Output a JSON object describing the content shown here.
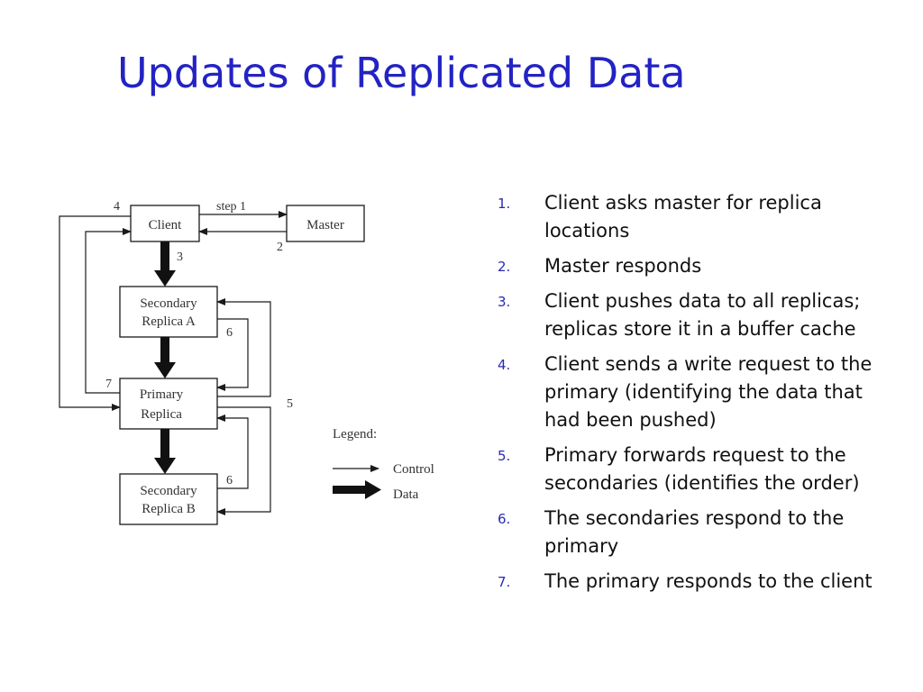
{
  "slide": {
    "title": "Updates of Replicated Data"
  },
  "diagram": {
    "nodes": {
      "client": "Client",
      "master": "Master",
      "secondary_a": [
        "Secondary",
        "Replica A"
      ],
      "primary": [
        "Primary",
        "Replica"
      ],
      "secondary_b": [
        "Secondary",
        "Replica B"
      ]
    },
    "edge_labels": {
      "step1": "step 1",
      "two": "2",
      "three": "3",
      "four": "4",
      "five": "5",
      "six_a": "6",
      "six_b": "6",
      "seven": "7"
    },
    "legend": {
      "title": "Legend:",
      "control": "Control",
      "data": "Data"
    }
  },
  "steps": [
    {
      "number": "1.",
      "text": "Client asks master for replica locations"
    },
    {
      "number": "2.",
      "text": "Master responds"
    },
    {
      "number": "3.",
      "text": "Client pushes data to all replicas; replicas store it in a buffer cache"
    },
    {
      "number": "4.",
      "text": "Client sends a write request to the primary (identifying the data that had been pushed)"
    },
    {
      "number": "5.",
      "text": "Primary forwards request to the secondaries (identifies the order)"
    },
    {
      "number": "6.",
      "text": "The secondaries respond to the primary"
    },
    {
      "number": "7.",
      "text": "The primary responds to the client"
    }
  ],
  "colors": {
    "title": "#2323c4",
    "list_number": "#2a2ab0",
    "diagram_line": "#1a1a1a"
  }
}
